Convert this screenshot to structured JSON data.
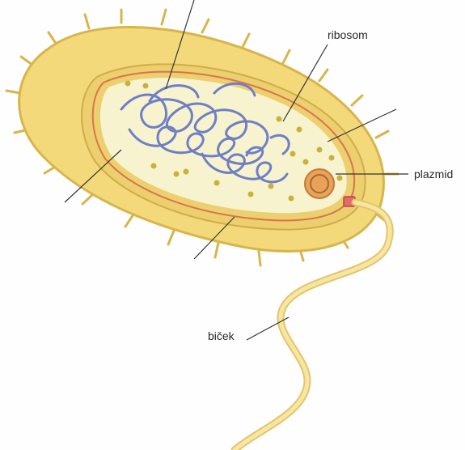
{
  "labels": {
    "ribosome": "ribosom",
    "plasmid": "plazmid",
    "flagellum": "biček"
  },
  "colors": {
    "capsule_fill": "#f3d97a",
    "capsule_edge": "#d8b54c",
    "wall": "#e8c968",
    "membrane": "#d9754a",
    "cytoplasm": "#f7f3cf",
    "nucleoid": "#6f7fc4",
    "ribosome_dot": "#c9b23a",
    "plasmid": "#e8a25a",
    "flagellum": "#f2dc8c"
  },
  "icons": {
    "nucleoid": "dna-coil-icon",
    "plasmid": "plasmid-ring-icon",
    "ribosome": "ribosome-dot-icon"
  }
}
